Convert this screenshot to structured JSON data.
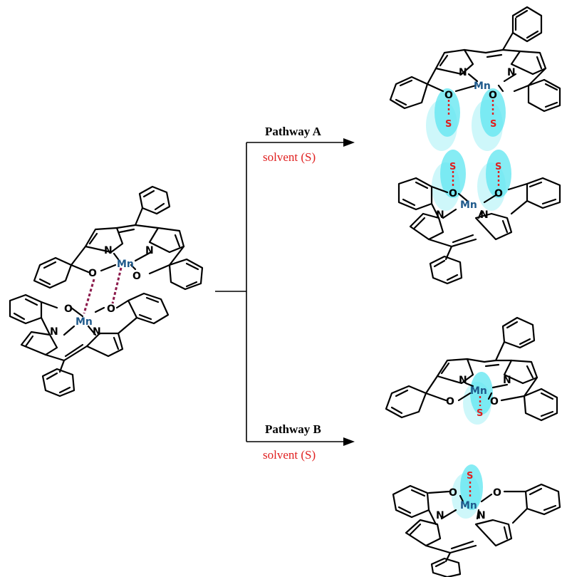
{
  "atoms": {
    "metal": "Mn",
    "nitrogen": "N",
    "oxygen": "O",
    "solvent": "S"
  },
  "pathways": {
    "a": {
      "name": "Pathway A",
      "condition": "solvent (S)"
    },
    "b": {
      "name": "Pathway B",
      "condition": "solvent (S)"
    }
  },
  "colors": {
    "metal": "#1f5a8c",
    "solvent": "#e02020",
    "coordination_highlight": "#5ee6f0",
    "dimer_interaction": "#8b1a4b"
  }
}
